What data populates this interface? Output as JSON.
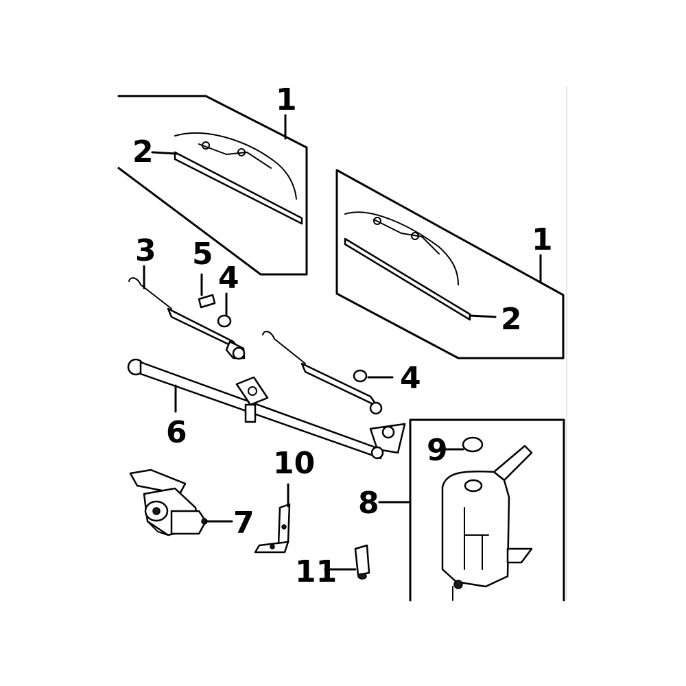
{
  "callouts": {
    "c1_top": "1",
    "c2_top": "2",
    "c1_right": "1",
    "c2_right": "2",
    "c3": "3",
    "c5": "5",
    "c4_left": "4",
    "c4_right": "4",
    "c6": "6",
    "c7": "7",
    "c8": "8",
    "c9": "9",
    "c10": "10",
    "c11": "11"
  }
}
